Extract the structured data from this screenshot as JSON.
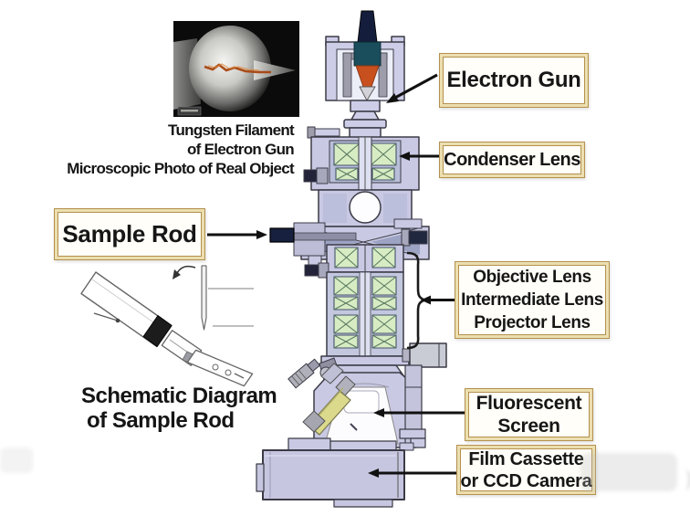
{
  "callouts": {
    "electron_gun": {
      "label": "Electron Gun"
    },
    "condenser_lens": {
      "label": "Condenser Lens"
    },
    "lens_group": {
      "lines": [
        "Objective Lens",
        "Intermediate Lens",
        "Projector Lens"
      ]
    },
    "fluorescent_screen": {
      "lines": [
        "Fluorescent",
        "Screen"
      ]
    },
    "film_cassette": {
      "lines": [
        "Film Cassette",
        "or CCD Camera"
      ]
    },
    "sample_rod": {
      "label": "Sample Rod"
    }
  },
  "captions": {
    "filament_photo": {
      "lines": [
        "Tungsten Filament",
        "of Electron Gun",
        "Microscopic Photo of Real Object"
      ]
    },
    "sample_rod_schematic": {
      "lines": [
        "Schematic Diagram",
        "of Sample Rod"
      ]
    }
  },
  "colors": {
    "label_border_gold": "#b3904e",
    "label_inner_cream": "#ecdfb0",
    "label_background": "#fffef8",
    "column_body_lavender": "#c9c9e4",
    "lens_coil_green": "#d7ecc3",
    "gun_cap_navy": "#141e3c",
    "gun_body_teal": "#1b4e5c",
    "gun_cone_orange": "#c8501e",
    "viewing_tube_yellow": "#dbd98c",
    "arrow_black": "#111111"
  }
}
